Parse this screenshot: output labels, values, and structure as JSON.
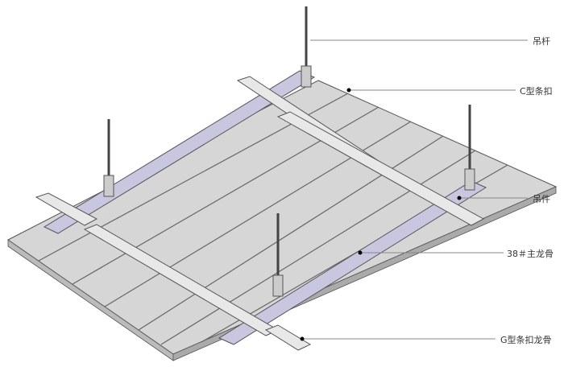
{
  "labels": {
    "hanger_rod": "吊杆",
    "c_strip_clip": "C型条扣",
    "hanger": "吊件",
    "main_keel": "38＃主龙骨",
    "g_strip_keel": "G型条扣龙骨"
  },
  "colors": {
    "panel": "#d9d9d9",
    "panel_edge": "#555555",
    "main_keel": "#c9c6e0",
    "carrier": "#e6e6e6",
    "leader": "#888888"
  }
}
